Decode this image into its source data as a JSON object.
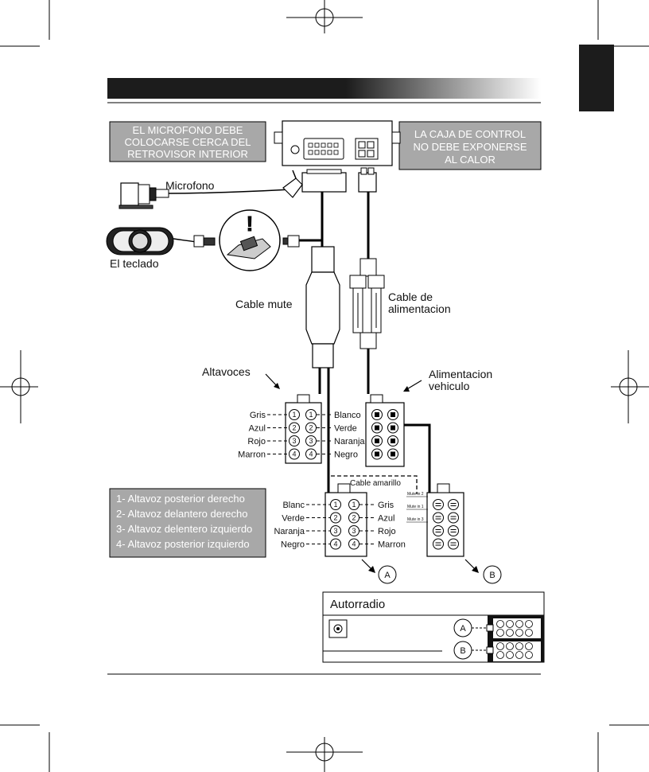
{
  "header": {
    "bar_color": "#1c1c1c",
    "tab_color": "#1c1c1c"
  },
  "warnings": {
    "microphone": [
      "EL MICROFONO DEBE",
      "COLOCARSE CERCA DEL",
      "RETROVISOR INTERIOR"
    ],
    "control_box": [
      "LA CAJA DE CONTROL",
      "NO DEBE EXPONERSE",
      "AL CALOR"
    ]
  },
  "labels": {
    "microfono": "Microfono",
    "teclado": "El teclado",
    "cable_mute": "Cable mute",
    "cable_alimentacion": [
      "Cable de",
      "alimentacion"
    ],
    "altavoces": "Altavoces",
    "alimentacion_vehiculo": [
      "Alimentacion",
      "vehiculo"
    ],
    "cable_amarillo": "Cable amarillo",
    "warning_mark": "!",
    "autorradio": "Autorradio"
  },
  "upper_speaker_connector": {
    "left": [
      "Gris",
      "Azul",
      "Rojo",
      "Marron"
    ],
    "right": [
      "Blanco",
      "Verde",
      "Naranja",
      "Negro"
    ],
    "pins": [
      "1",
      "2",
      "3",
      "4"
    ]
  },
  "lower_speaker_connector": {
    "left": [
      "Blanc",
      "Verde",
      "Naranja",
      "Negro"
    ],
    "right": [
      "Gris",
      "Azul",
      "Rojo",
      "Marron"
    ],
    "pins": [
      "1",
      "2",
      "3",
      "4"
    ]
  },
  "mute_labels": [
    "Mute in 2",
    "Mute in 1",
    "Mute in 3"
  ],
  "legend": {
    "color": "#a8a8a8",
    "items": [
      "1- Altavoz posterior derecho",
      "2- Altavoz delantero derecho",
      "3- Altavoz delentero izquierdo",
      "4- Altavoz posterior izquierdo"
    ]
  },
  "markers": {
    "a": "A",
    "b": "B"
  }
}
